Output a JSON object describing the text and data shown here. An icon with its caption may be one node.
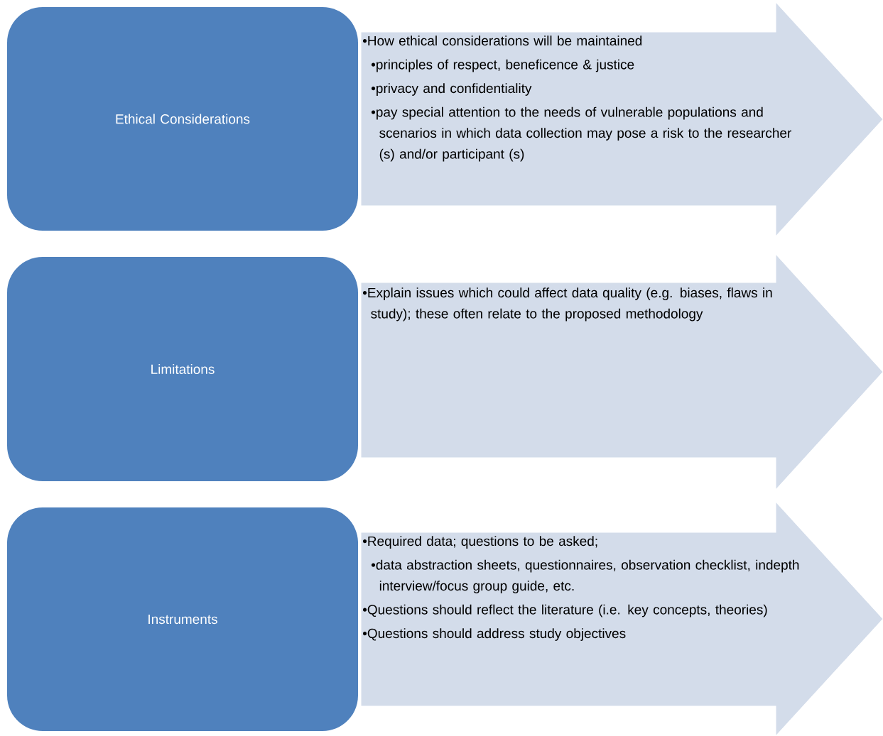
{
  "diagram": {
    "nodes": [
      {
        "text": [
          "Ethical Considerations"
        ]
      },
      {
        "text": [
          "•How ethical considerations will be maintained",
          "•principles of respect, beneficence & justice",
          "•privacy and confidentiality",
          "•pay special attention to the needs of vulnerable populations and scenarios in which data collection may pose a risk to the researcher (s) and/or participant (s)"
        ]
      },
      {
        "text": [
          "Limitations"
        ]
      },
      {
        "text": [
          "•Explain issues which could affect data quality (e.g. biases, flaws in study); these often relate to the proposed methodology"
        ]
      },
      {
        "text": [
          "Instruments"
        ]
      },
      {
        "text": [
          "•Required data; questions to be asked;",
          "•data abstraction sheets, questionnaires, observation checklist, indepth interview/focus group guide, etc.",
          "•Questions should reflect the literature (i.e. key concepts, theories)",
          "•Questions should address study objectives"
        ]
      }
    ]
  }
}
